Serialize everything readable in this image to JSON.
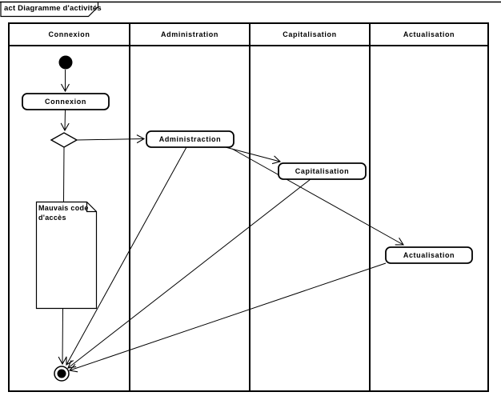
{
  "frame": {
    "label": "act Diagramme d'activités"
  },
  "lanes": [
    {
      "label": "Connexion"
    },
    {
      "label": "Administration"
    },
    {
      "label": "Capitalisation"
    },
    {
      "label": "Actualisation"
    }
  ],
  "activities": [
    {
      "label": "Connexion"
    },
    {
      "label": "Administraction"
    },
    {
      "label": "Capitalisation"
    },
    {
      "label": "Actualisation"
    }
  ],
  "note": {
    "text": "Mauvais code\nd'accès"
  },
  "edges": [
    {
      "from": "initial-node",
      "to": "activity-connexion"
    },
    {
      "from": "activity-connexion",
      "to": "decision-node"
    },
    {
      "from": "decision-node",
      "to": "activity-administraction"
    },
    {
      "from": "decision-node",
      "to": "final-node"
    },
    {
      "from": "activity-administraction",
      "to": "activity-capitalisation"
    },
    {
      "from": "activity-administraction",
      "to": "activity-actualisation"
    },
    {
      "from": "activity-administraction",
      "to": "final-node"
    },
    {
      "from": "activity-capitalisation",
      "to": "final-node"
    },
    {
      "from": "activity-actualisation",
      "to": "final-node"
    }
  ],
  "colors": {
    "stroke": "#000000",
    "fill": "#ffffff"
  }
}
